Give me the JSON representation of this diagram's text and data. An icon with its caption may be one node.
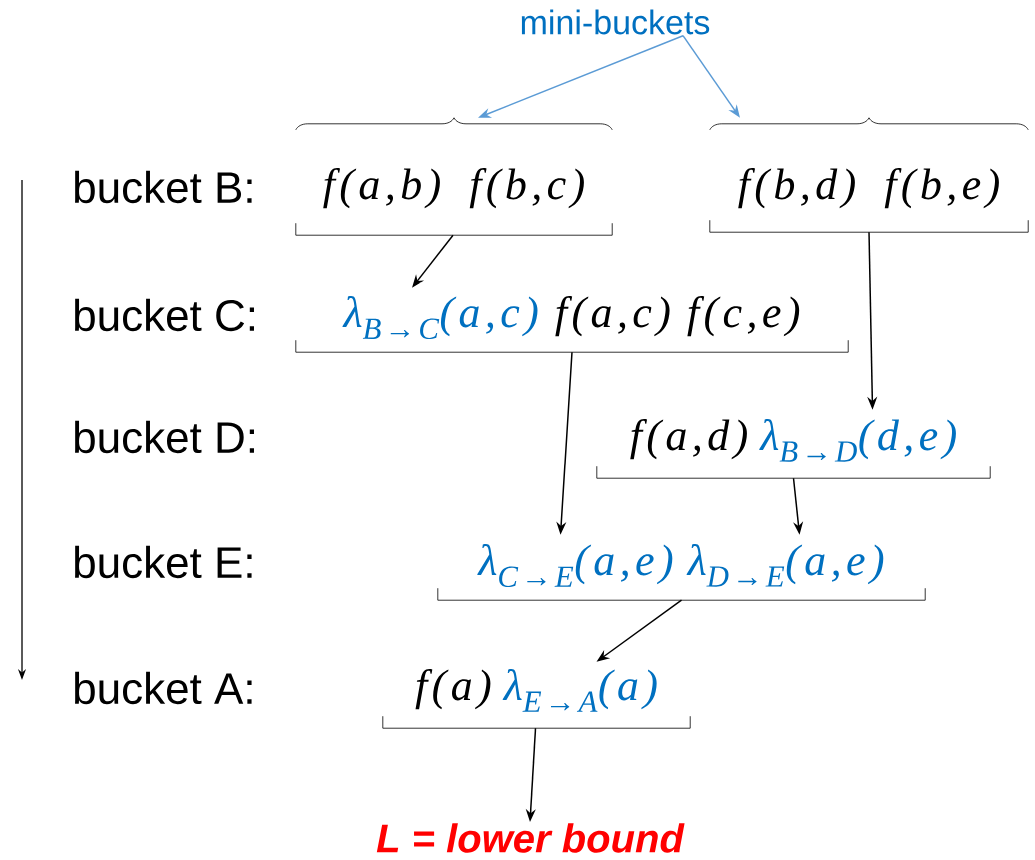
{
  "diagram": {
    "nodes": [
      {
        "text": [
          "mini-buckets"
        ]
      },
      {
        "text": [
          "f(a,b)",
          "f(b,c)"
        ]
      },
      {
        "text": [
          "f(b,d)",
          "f(b,e)"
        ]
      },
      {
        "text": [
          "λ$_{B→C}$(a,c)",
          "f(a,c)",
          "f(c,e)"
        ]
      },
      {
        "text": [
          "f(a,d)",
          "λ$_{B→D}$(d,e)"
        ]
      },
      {
        "text": [
          "λ$_{C→E}$(a,e)",
          "λ$_{D→E}$(a,e)"
        ]
      },
      {
        "text": [
          "f(a)",
          "λ$_{E→A}$(a)"
        ]
      },
      {
        "text": [
          "L = lower bound"
        ]
      }
    ],
    "edges": [
      {
        "from": 0,
        "to": 1,
        "arrow": "to",
        "color": "#5b9bd5"
      },
      {
        "from": 0,
        "to": 2,
        "arrow": "to",
        "color": "#5b9bd5"
      },
      {
        "from": 1,
        "to": 3,
        "arrow": "to"
      },
      {
        "from": 2,
        "to": 4,
        "arrow": "to"
      },
      {
        "from": 3,
        "to": 5,
        "arrow": "to"
      },
      {
        "from": 4,
        "to": 5,
        "arrow": "to"
      },
      {
        "from": 5,
        "to": 6,
        "arrow": "to"
      },
      {
        "from": 6,
        "to": 7,
        "arrow": "to"
      }
    ],
    "labels": [
      "bucket B:",
      "bucket C:",
      "bucket D:",
      "bucket E:",
      "bucket A:"
    ]
  }
}
